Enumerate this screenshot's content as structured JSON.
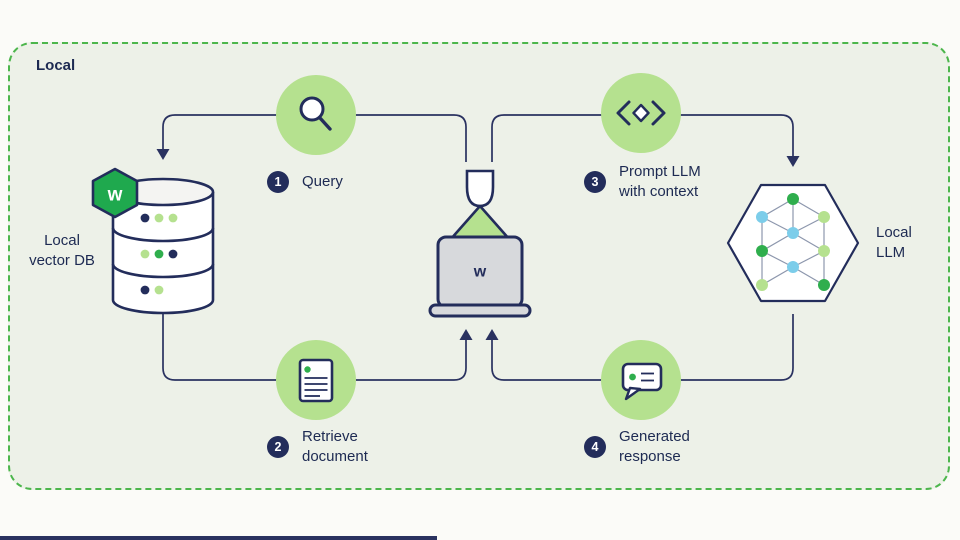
{
  "frame": {
    "label": "Local"
  },
  "steps": {
    "query": {
      "number": "1",
      "label": "Query"
    },
    "retrieve": {
      "number": "2",
      "line1": "Retrieve",
      "line2": "document"
    },
    "prompt": {
      "number": "3",
      "line1": "Prompt LLM",
      "line2": "with context"
    },
    "generated": {
      "number": "4",
      "line1": "Generated",
      "line2": "response"
    }
  },
  "entities": {
    "vector_db": {
      "line1": "Local",
      "line2": "vector DB"
    },
    "llm": {
      "line1": "Local",
      "line2": "LLM"
    },
    "db_logo_glyph": "w",
    "laptop_logo_glyph": "w"
  },
  "icons": {
    "step1": "search-icon",
    "step2": "document-icon",
    "step3": "code-icon",
    "step4": "chat-bubble-icon",
    "left": "database-icon",
    "center": "person-laptop-icon",
    "right": "hexagon-neural-network-icon",
    "brand": "writer-logo-icon"
  },
  "colors": {
    "accent_green": "#2fae4d",
    "light_green": "#b5e18f",
    "navy": "#232d5b",
    "blue": "#7ccdea",
    "frame_border": "#4cb64c",
    "frame_fill": "#edf1e8",
    "laptop_gray": "#d7d9dc"
  }
}
